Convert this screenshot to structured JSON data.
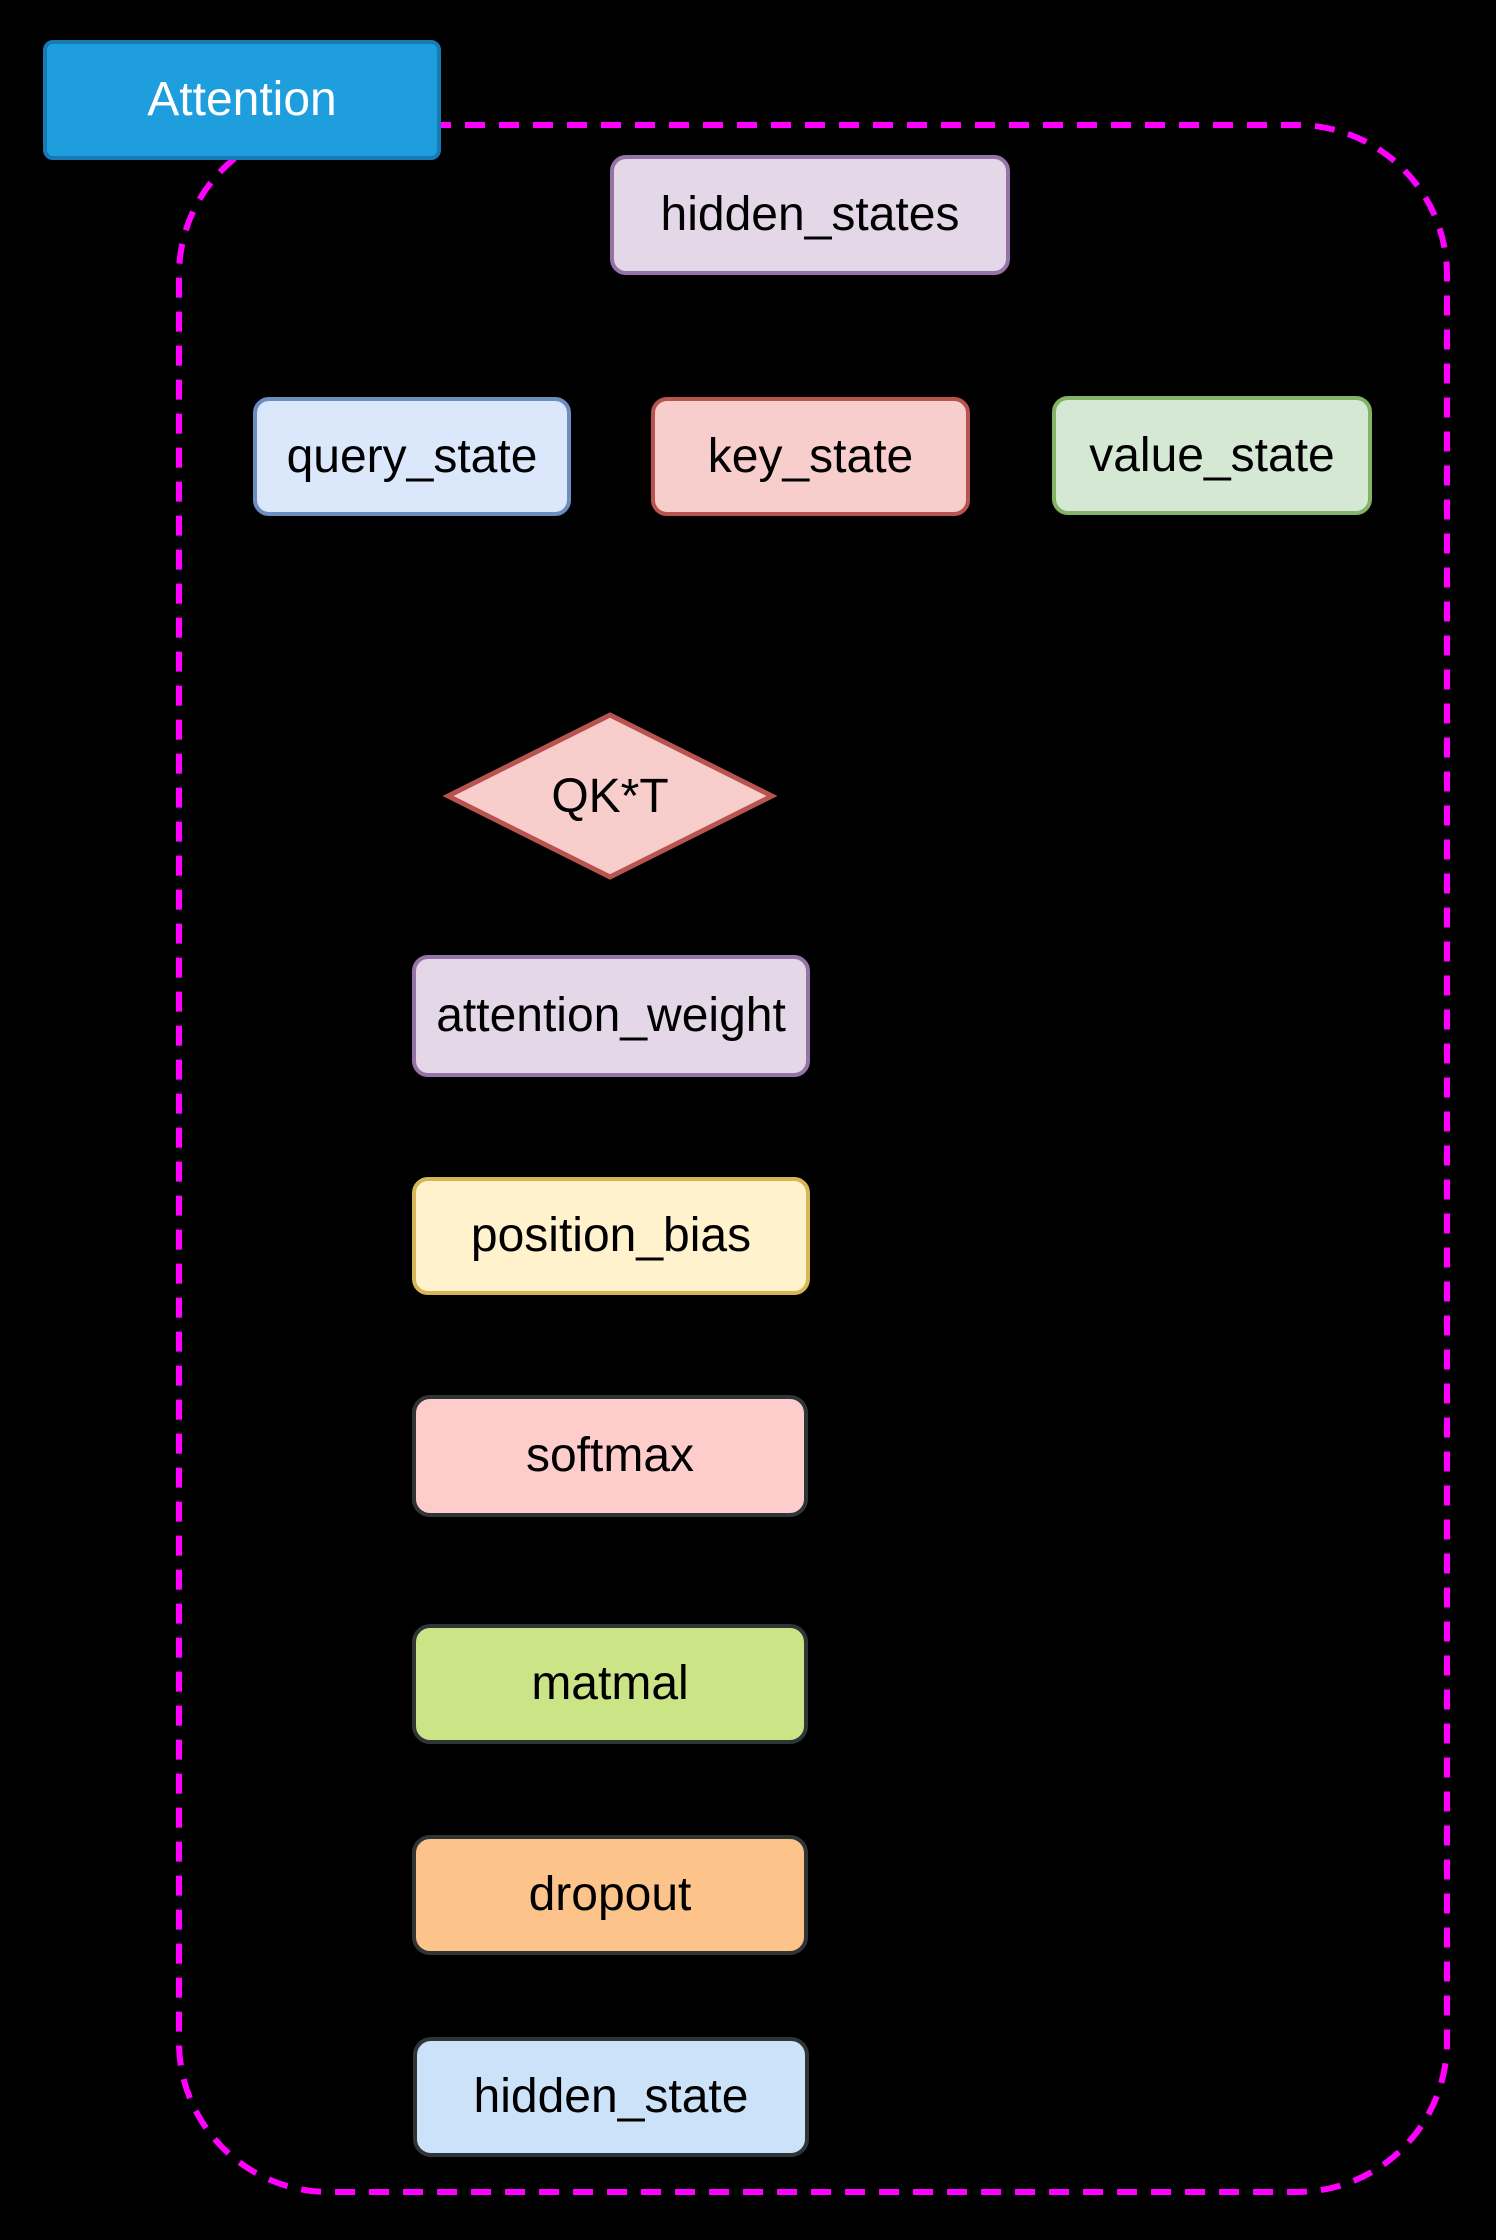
{
  "diagram": {
    "title": "Attention",
    "background_color": "#000000",
    "text_color": "#000000",
    "group": {
      "label": "Attention",
      "border_color": "#FF00FF",
      "border_style": "dashed",
      "label_fill": "#1F9EDD",
      "label_stroke": "#1779B5",
      "label_text_color": "#FFFFFF"
    },
    "nodes": {
      "hidden_states": {
        "label": "hidden_states",
        "shape": "rounded-rect",
        "fill": "#E3D7E8",
        "stroke": "#9673A6"
      },
      "query_state": {
        "label": "query_state",
        "shape": "rounded-rect",
        "fill": "#DBE8FB",
        "stroke": "#6C8EBF"
      },
      "key_state": {
        "label": "key_state",
        "shape": "rounded-rect",
        "fill": "#F8CECC",
        "stroke": "#B85450"
      },
      "value_state": {
        "label": "value_state",
        "shape": "rounded-rect",
        "fill": "#D5E8D4",
        "stroke": "#82B366"
      },
      "qkt": {
        "label": "QK*T",
        "shape": "diamond",
        "fill": "#F8CECC",
        "stroke": "#B85450"
      },
      "attention_weight": {
        "label": "attention_weight",
        "shape": "rounded-rect",
        "fill": "#E3D7E8",
        "stroke": "#9673A6"
      },
      "position_bias": {
        "label": "position_bias",
        "shape": "rounded-rect",
        "fill": "#FFF2CC",
        "stroke": "#D6B656"
      },
      "softmax": {
        "label": "softmax",
        "shape": "rounded-rect",
        "fill": "#FFCCCC",
        "stroke": "#2F3437"
      },
      "matmal": {
        "label": "matmal",
        "shape": "rounded-rect",
        "fill": "#CBE485",
        "stroke": "#2F3437"
      },
      "dropout": {
        "label": "dropout",
        "shape": "rounded-rect",
        "fill": "#FCC48A",
        "stroke": "#2F3437"
      },
      "hidden_state": {
        "label": "hidden_state",
        "shape": "rounded-rect",
        "fill": "#CCE2F9",
        "stroke": "#2F3437"
      }
    }
  }
}
